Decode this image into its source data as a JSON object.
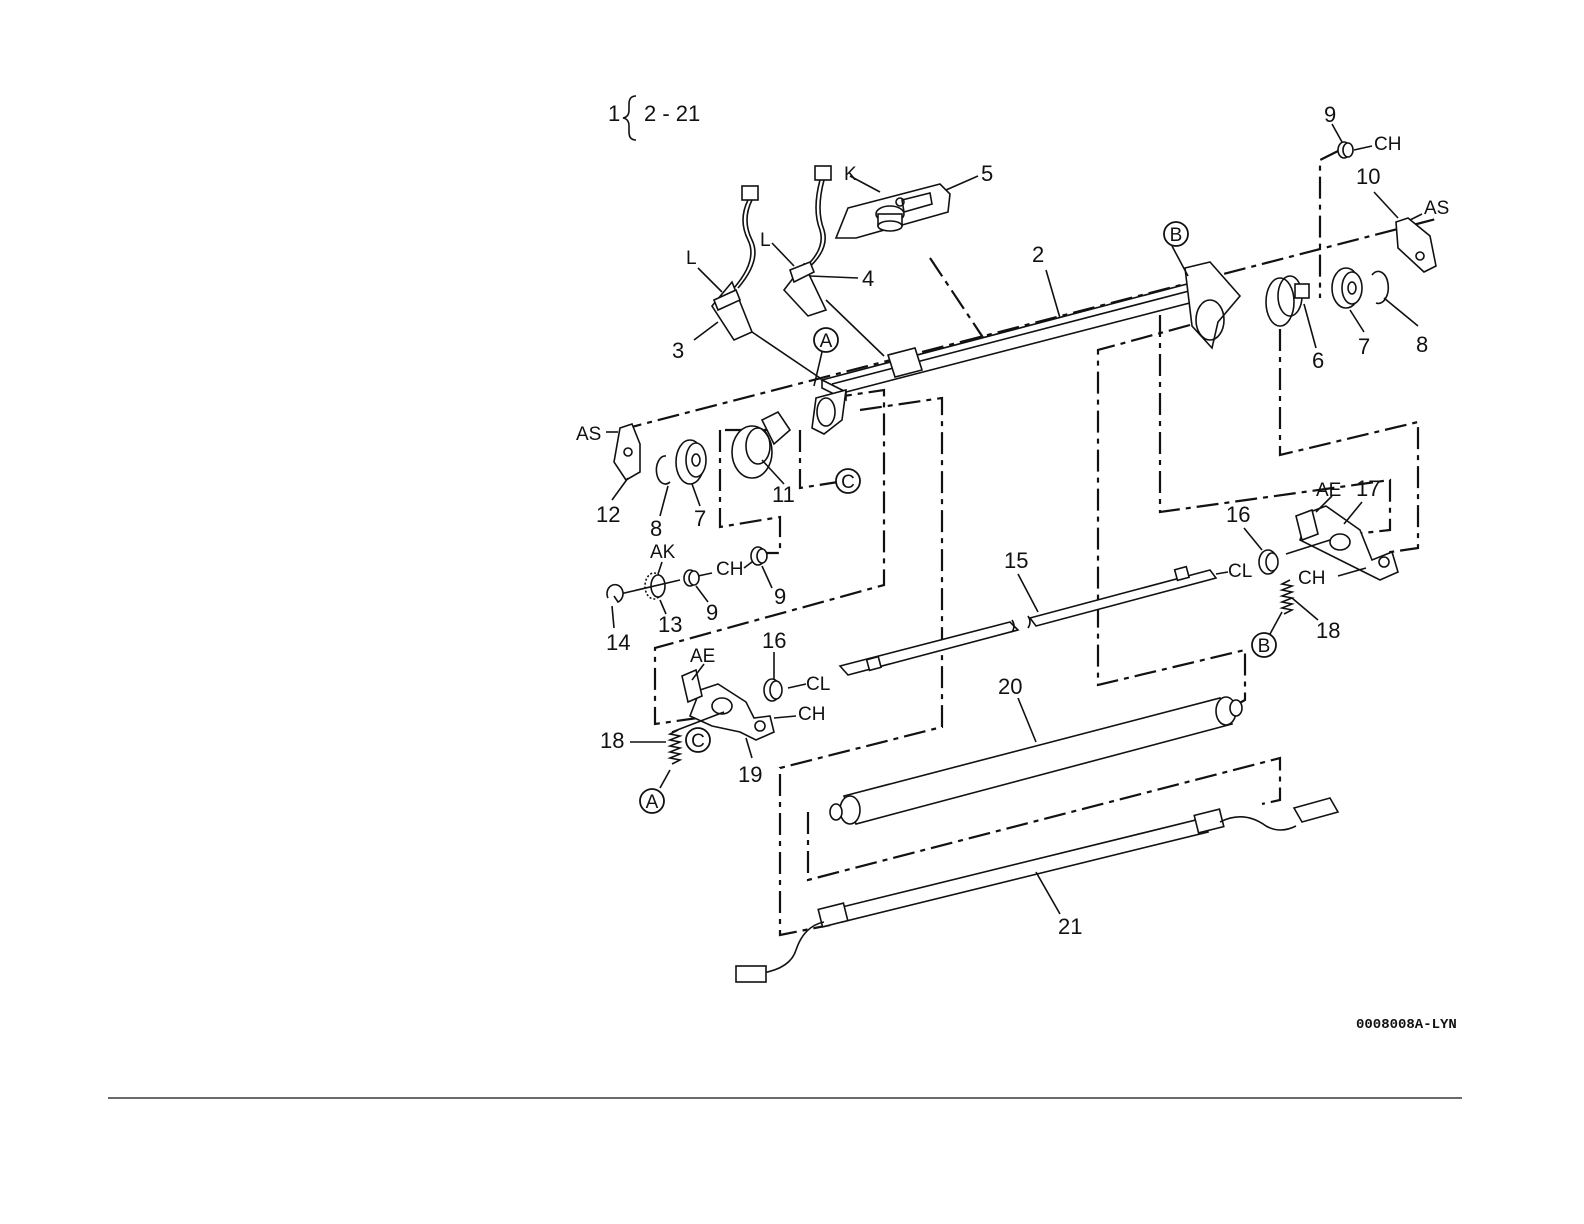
{
  "header": {
    "assembly_number": "1",
    "assembly_range": "2 - 21"
  },
  "part_numbers": {
    "p2": "2",
    "p3": "3",
    "p4": "4",
    "p5": "5",
    "p6": "6",
    "p7a": "7",
    "p7b": "7",
    "p8a": "8",
    "p8b": "8",
    "p9a": "9",
    "p9b": "9",
    "p9c": "9",
    "p10": "10",
    "p11": "11",
    "p12": "12",
    "p13": "13",
    "p14": "14",
    "p15": "15",
    "p16a": "16",
    "p16b": "16",
    "p17": "17",
    "p18a": "18",
    "p18b": "18",
    "p19": "19",
    "p20": "20",
    "p21": "21"
  },
  "codes": {
    "ch": "CH",
    "as": "AS",
    "k": "K",
    "l": "L",
    "ak": "AK",
    "cl": "CL",
    "ae": "AE"
  },
  "callouts": {
    "a": "A",
    "b": "B",
    "c": "C"
  },
  "figure_id": "0008008A-LYN"
}
